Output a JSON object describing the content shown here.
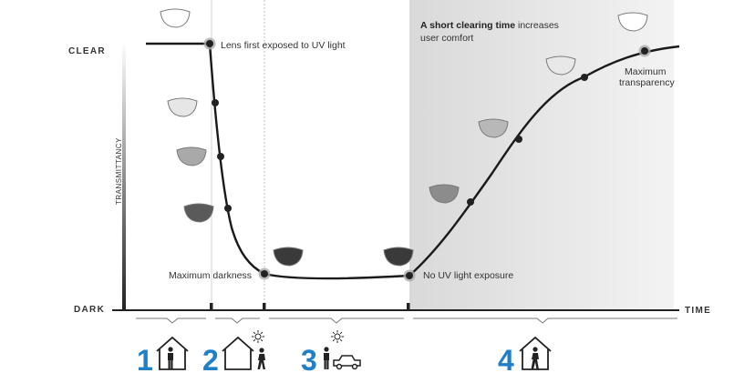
{
  "labels": {
    "clear": "CLEAR",
    "dark": "DARK",
    "time": "TIME",
    "transmittancy": "TRANSMITTANCY",
    "lens_exposed": "Lens first exposed to UV light",
    "max_darkness": "Maximum darkness",
    "no_uv": "No UV light exposure",
    "max_transparency_1": "Maximum",
    "max_transparency_2": "transparency",
    "clearing_bold": "A short clearing time",
    "clearing_rest": " increases",
    "clearing_line2": "user comfort"
  },
  "phases": [
    {
      "number": "1",
      "icons": [
        "house-icon",
        "person-icon"
      ]
    },
    {
      "number": "2",
      "icons": [
        "house-icon",
        "sun-icon",
        "walking-person-icon"
      ]
    },
    {
      "number": "3",
      "icons": [
        "sun-icon",
        "person-icon",
        "car-icon"
      ]
    },
    {
      "number": "4",
      "icons": [
        "house-icon",
        "walking-person-icon"
      ]
    }
  ],
  "lens_shades": [
    "#ffffff",
    "#e6e6e6",
    "#a9a9a9",
    "#5a5a5a",
    "#3a3a3a",
    "#3a3a3a",
    "#8c8c8c",
    "#b8b8b8",
    "#e8e8e8",
    "#ffffff"
  ],
  "colors": {
    "accent": "#1f7fc7",
    "curve": "#1a1a1a",
    "clearing_region": "#e3e3e3"
  }
}
